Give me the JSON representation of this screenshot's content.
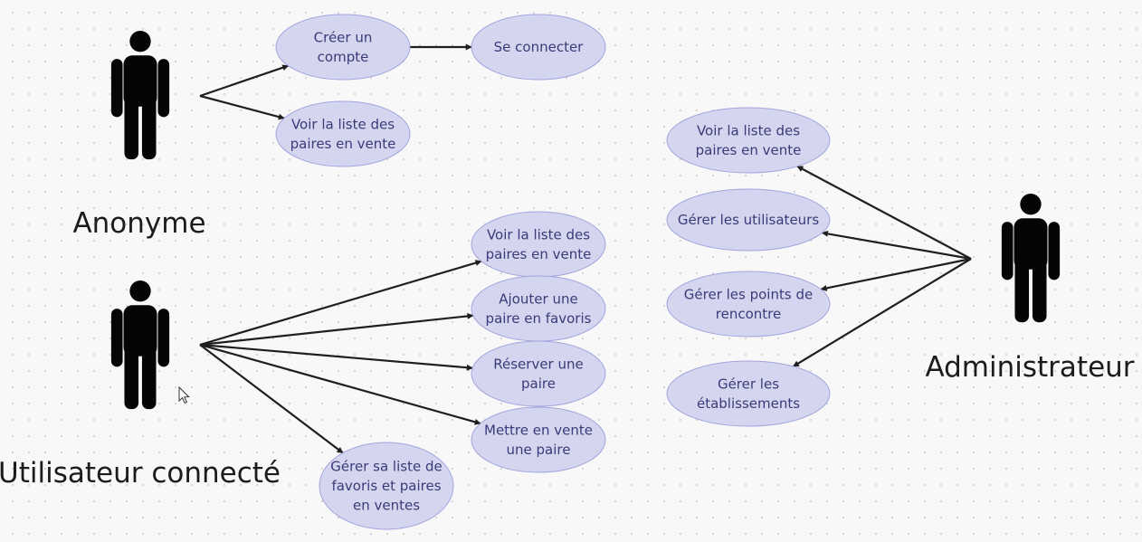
{
  "actors": [
    {
      "id": "anon",
      "label": "Anonyme"
    },
    {
      "id": "user",
      "label": "Utilisateur connecté"
    },
    {
      "id": "admin",
      "label": "Administrateur"
    }
  ],
  "use_cases": [
    {
      "id": "anon-create",
      "lines": [
        "Créer un",
        "compte"
      ]
    },
    {
      "id": "anon-login",
      "lines": [
        "Se connecter"
      ]
    },
    {
      "id": "anon-list",
      "lines": [
        "Voir la liste des",
        "paires en vente"
      ]
    },
    {
      "id": "user-list",
      "lines": [
        "Voir la liste des",
        "paires en vente"
      ]
    },
    {
      "id": "user-fav",
      "lines": [
        "Ajouter une",
        "paire en favoris"
      ]
    },
    {
      "id": "user-reserve",
      "lines": [
        "Réserver une",
        "paire"
      ]
    },
    {
      "id": "user-sell",
      "lines": [
        "Mettre en vente",
        "une paire"
      ]
    },
    {
      "id": "user-manage",
      "lines": [
        "Gérer sa liste de",
        "favoris et paires",
        "en ventes"
      ]
    },
    {
      "id": "admin-list",
      "lines": [
        "Voir la liste des",
        "paires en vente"
      ]
    },
    {
      "id": "admin-users",
      "lines": [
        "Gérer les utilisateurs"
      ]
    },
    {
      "id": "admin-points",
      "lines": [
        "Gérer les points de",
        "rencontre"
      ]
    },
    {
      "id": "admin-estab",
      "lines": [
        "Gérer les",
        "établissements"
      ]
    }
  ],
  "associations": [
    {
      "from": "anon",
      "to": "anon-create"
    },
    {
      "from": "anon",
      "to": "anon-list"
    },
    {
      "from": "anon-create",
      "to": "anon-login"
    },
    {
      "from": "user",
      "to": "user-list"
    },
    {
      "from": "user",
      "to": "user-fav"
    },
    {
      "from": "user",
      "to": "user-reserve"
    },
    {
      "from": "user",
      "to": "user-sell"
    },
    {
      "from": "user",
      "to": "user-manage"
    },
    {
      "from": "admin",
      "to": "admin-list"
    },
    {
      "from": "admin",
      "to": "admin-users"
    },
    {
      "from": "admin",
      "to": "admin-points"
    },
    {
      "from": "admin",
      "to": "admin-estab"
    }
  ]
}
